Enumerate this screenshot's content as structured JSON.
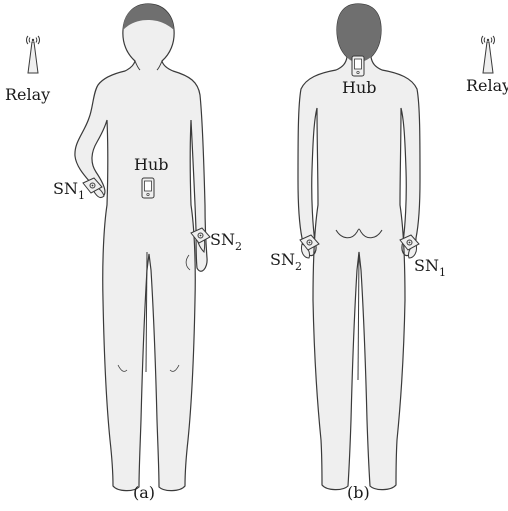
{
  "labels": {
    "relay_left": "Relay",
    "relay_right": "Relay",
    "hub_front": "Hub",
    "hub_back": "Hub",
    "sn1_front": {
      "base": "SN",
      "sub": "1"
    },
    "sn2_front": {
      "base": "SN",
      "sub": "2"
    },
    "sn2_back": {
      "base": "SN",
      "sub": "2"
    },
    "sn1_back": {
      "base": "SN",
      "sub": "1"
    }
  },
  "captions": {
    "front": "(a)",
    "back": "(b)"
  },
  "colors": {
    "body_fill": "#efefef",
    "outline": "#3a3a3a",
    "hair": "#6f6f6f",
    "text": "#1a1a1a"
  },
  "icons": [
    "relay-antenna-icon",
    "hub-device-icon",
    "sensor-node-icon"
  ]
}
